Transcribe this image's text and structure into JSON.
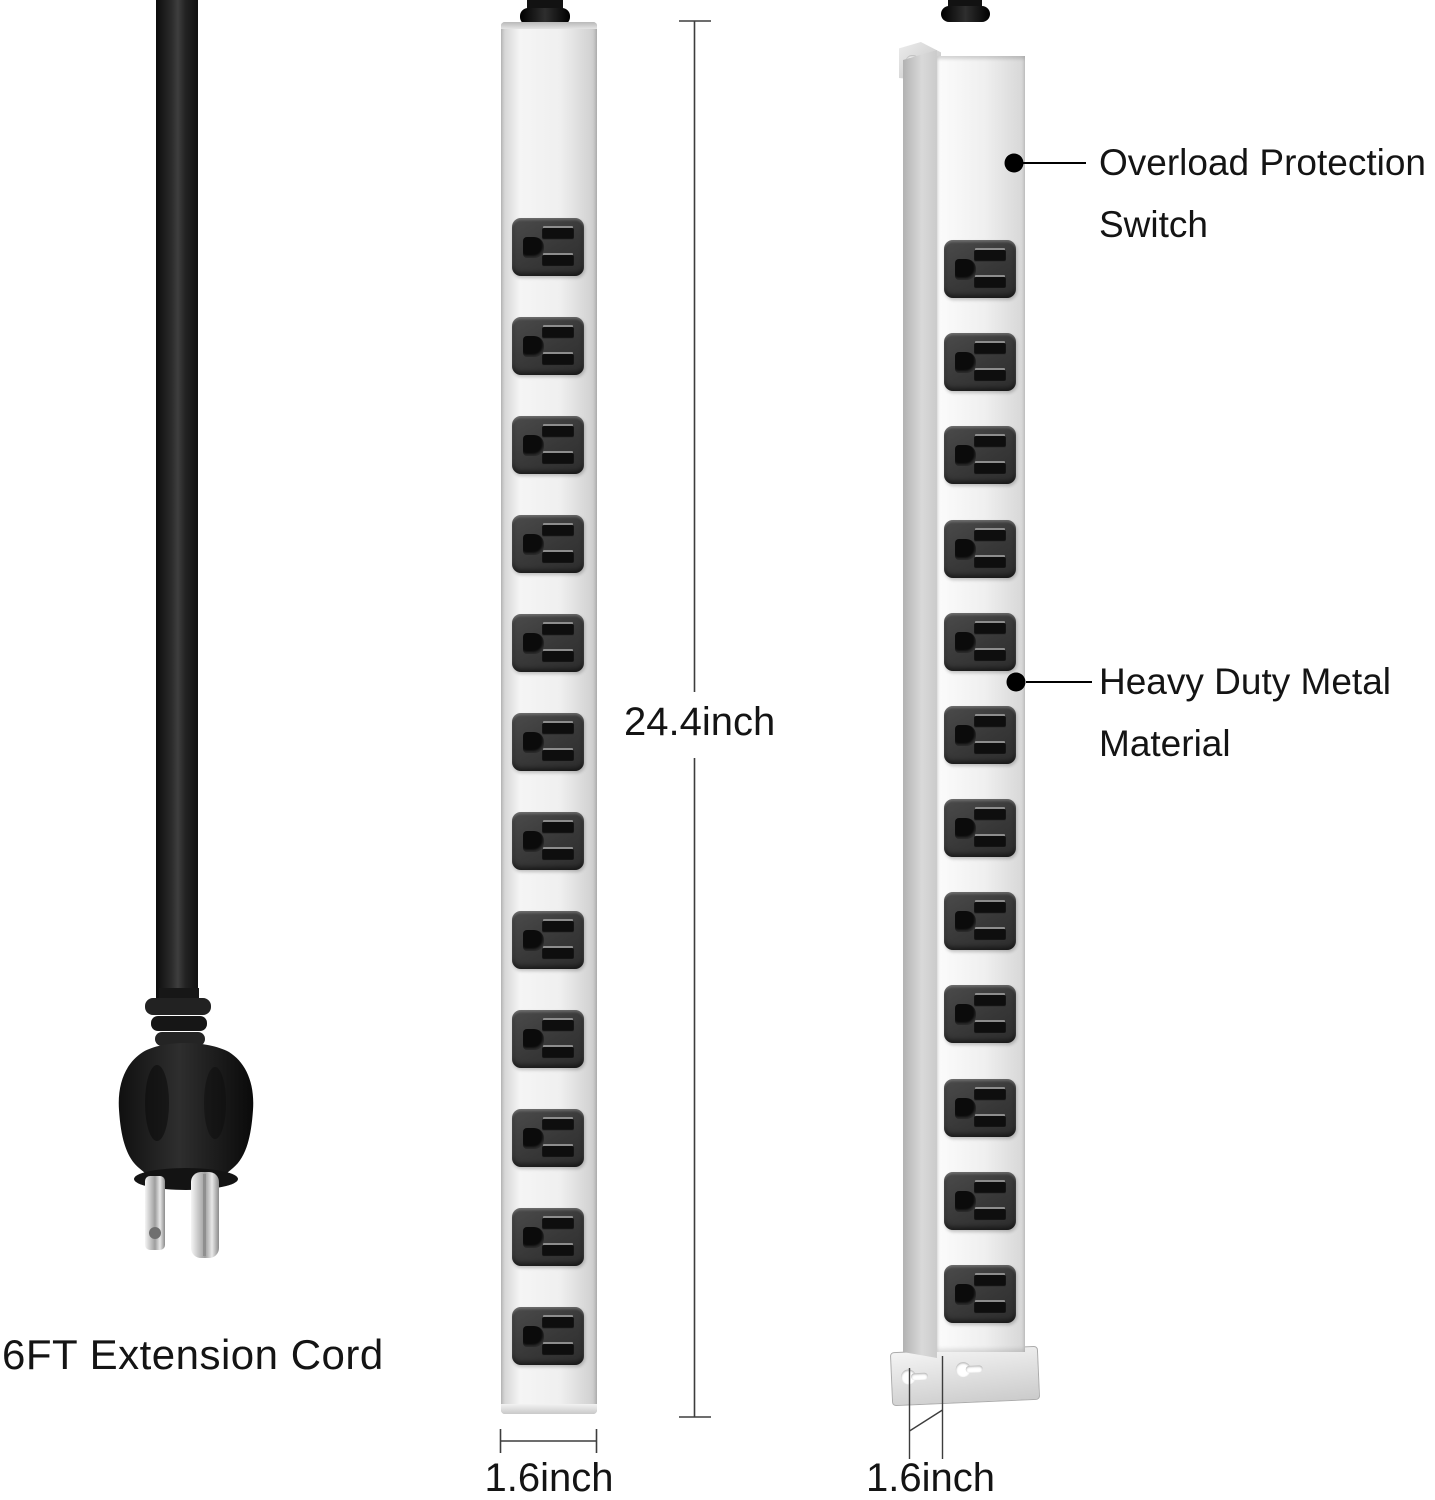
{
  "labels": {
    "cord": "6FT Extension Cord",
    "height": "24.4inch",
    "width_front": "1.6inch",
    "depth_side": "1.6inch"
  },
  "annotations": {
    "switch": "Overload Protection Switch",
    "material": "Heavy Duty Metal Material"
  },
  "strips": {
    "front_outlet_count": 12,
    "side_outlet_count": 12
  },
  "colors": {
    "switch_red": "#a5271a",
    "outlet_gray": "#383838",
    "strip_body": "#ededed",
    "cord": "#1a1a1a",
    "text": "#141414",
    "dimension_line": "#3d3d3d"
  }
}
